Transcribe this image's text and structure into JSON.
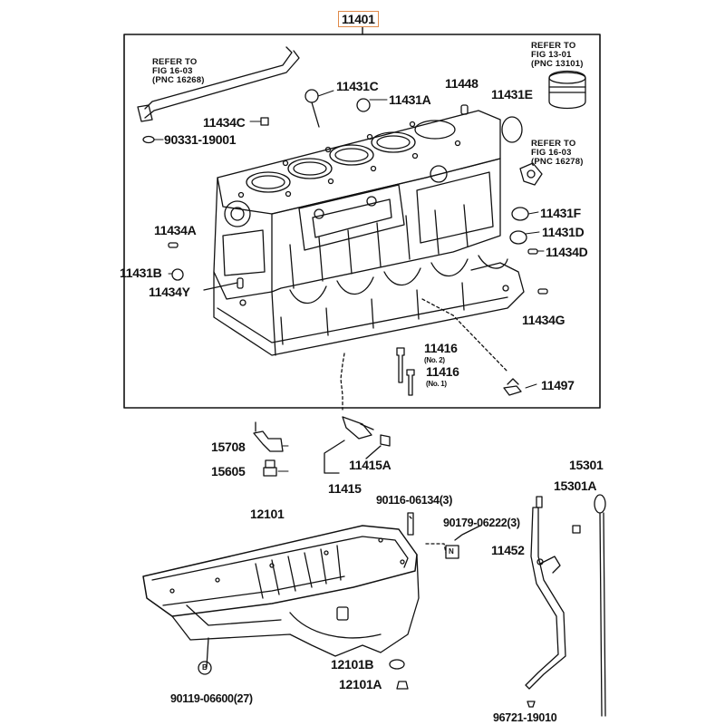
{
  "assembly_part": "11401",
  "callouts": {
    "c11431C": "11431C",
    "c11431A": "11431A",
    "c11448": "11448",
    "c11431E": "11431E",
    "c11434C": "11434C",
    "c90331": "90331-19001",
    "c11434A": "11434A",
    "c11431F": "11431F",
    "c11431D": "11431D",
    "c11434D": "11434D",
    "c11431B": "11431B",
    "c11434Y": "11434Y",
    "c11434G": "11434G",
    "c11416a": "11416",
    "c11416a_note": "(No. 2)",
    "c11416b": "11416",
    "c11416b_note": "(No. 1)",
    "c11497": "11497",
    "c15708": "15708",
    "c15605": "15605",
    "c11415A": "11415A",
    "c11415": "11415",
    "c15301": "15301",
    "c15301A": "15301A",
    "c12101": "12101",
    "c90116": "90116-06134(3)",
    "c90179": "90179-06222(3)",
    "c11452": "11452",
    "c12101B": "12101B",
    "c12101A": "12101A",
    "c90119": "90119-06600(27)",
    "c96721": "96721-19010"
  },
  "refer_notes": {
    "left": "REFER TO\nFIG 16-03\n(PNC 16268)",
    "right_top": "REFER TO\nFIG 13-01\n(PNC 13101)",
    "right_mid": "REFER TO\nFIG 16-03\n(PNC 16278)"
  },
  "marker_letters": {
    "n": "N",
    "b": "B"
  }
}
